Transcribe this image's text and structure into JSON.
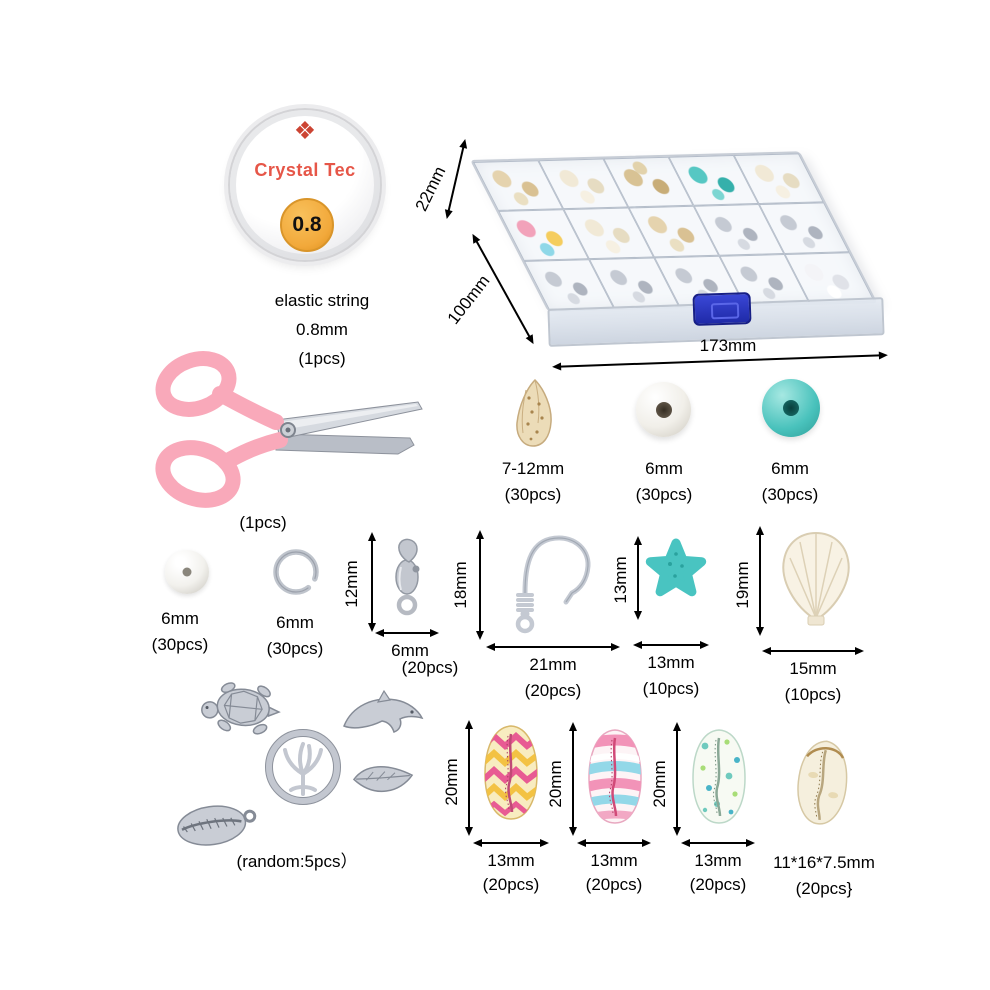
{
  "colors": {
    "brand_red": "#e65648",
    "badge_orange": "#f2a93b",
    "handle_pink": "#f9a9ba",
    "turquoise": "#49c4c1",
    "clasp_blue": "#2a35c0",
    "silver": "#c5cad3"
  },
  "spool": {
    "brand": "Crystal Tec",
    "badge": "0.8",
    "caption": [
      "elastic string",
      "0.8mm",
      "(1pcs)"
    ]
  },
  "box": {
    "height": "22mm",
    "depth": "100mm",
    "width": "173mm"
  },
  "scissors": {
    "qty": "(1pcs)"
  },
  "beads_row": [
    {
      "item": "conch-shell",
      "size": "7-12mm",
      "qty": "(30pcs)"
    },
    {
      "item": "white-bead",
      "size": "6mm",
      "qty": "(30pcs)"
    },
    {
      "item": "turquoise-bead",
      "size": "6mm",
      "qty": "(30pcs)"
    }
  ],
  "findings": {
    "pearl": {
      "size": "6mm",
      "qty": "(30pcs)"
    },
    "jump_ring": {
      "size": "6mm",
      "qty": "(30pcs)"
    },
    "lobster_clasp": {
      "height": "12mm",
      "width": "6mm",
      "qty": "(20pcs)"
    },
    "earring_hook": {
      "height": "18mm",
      "width": "21mm",
      "qty": "(20pcs)"
    },
    "starfish": {
      "height": "13mm",
      "width": "13mm",
      "qty": "(10pcs)"
    },
    "scallop": {
      "height": "19mm",
      "width": "15mm",
      "qty": "(10pcs)"
    }
  },
  "charms": {
    "qty": "(random:5pcs）"
  },
  "cowries": [
    {
      "height": "20mm",
      "width": "13mm",
      "qty": "(20pcs)"
    },
    {
      "height": "20mm",
      "width": "13mm",
      "qty": "(20pcs)"
    },
    {
      "height": "20mm",
      "width": "13mm",
      "qty": "(20pcs)"
    },
    {
      "size": "11*16*7.5mm",
      "qty": "(20pcs}"
    }
  ]
}
